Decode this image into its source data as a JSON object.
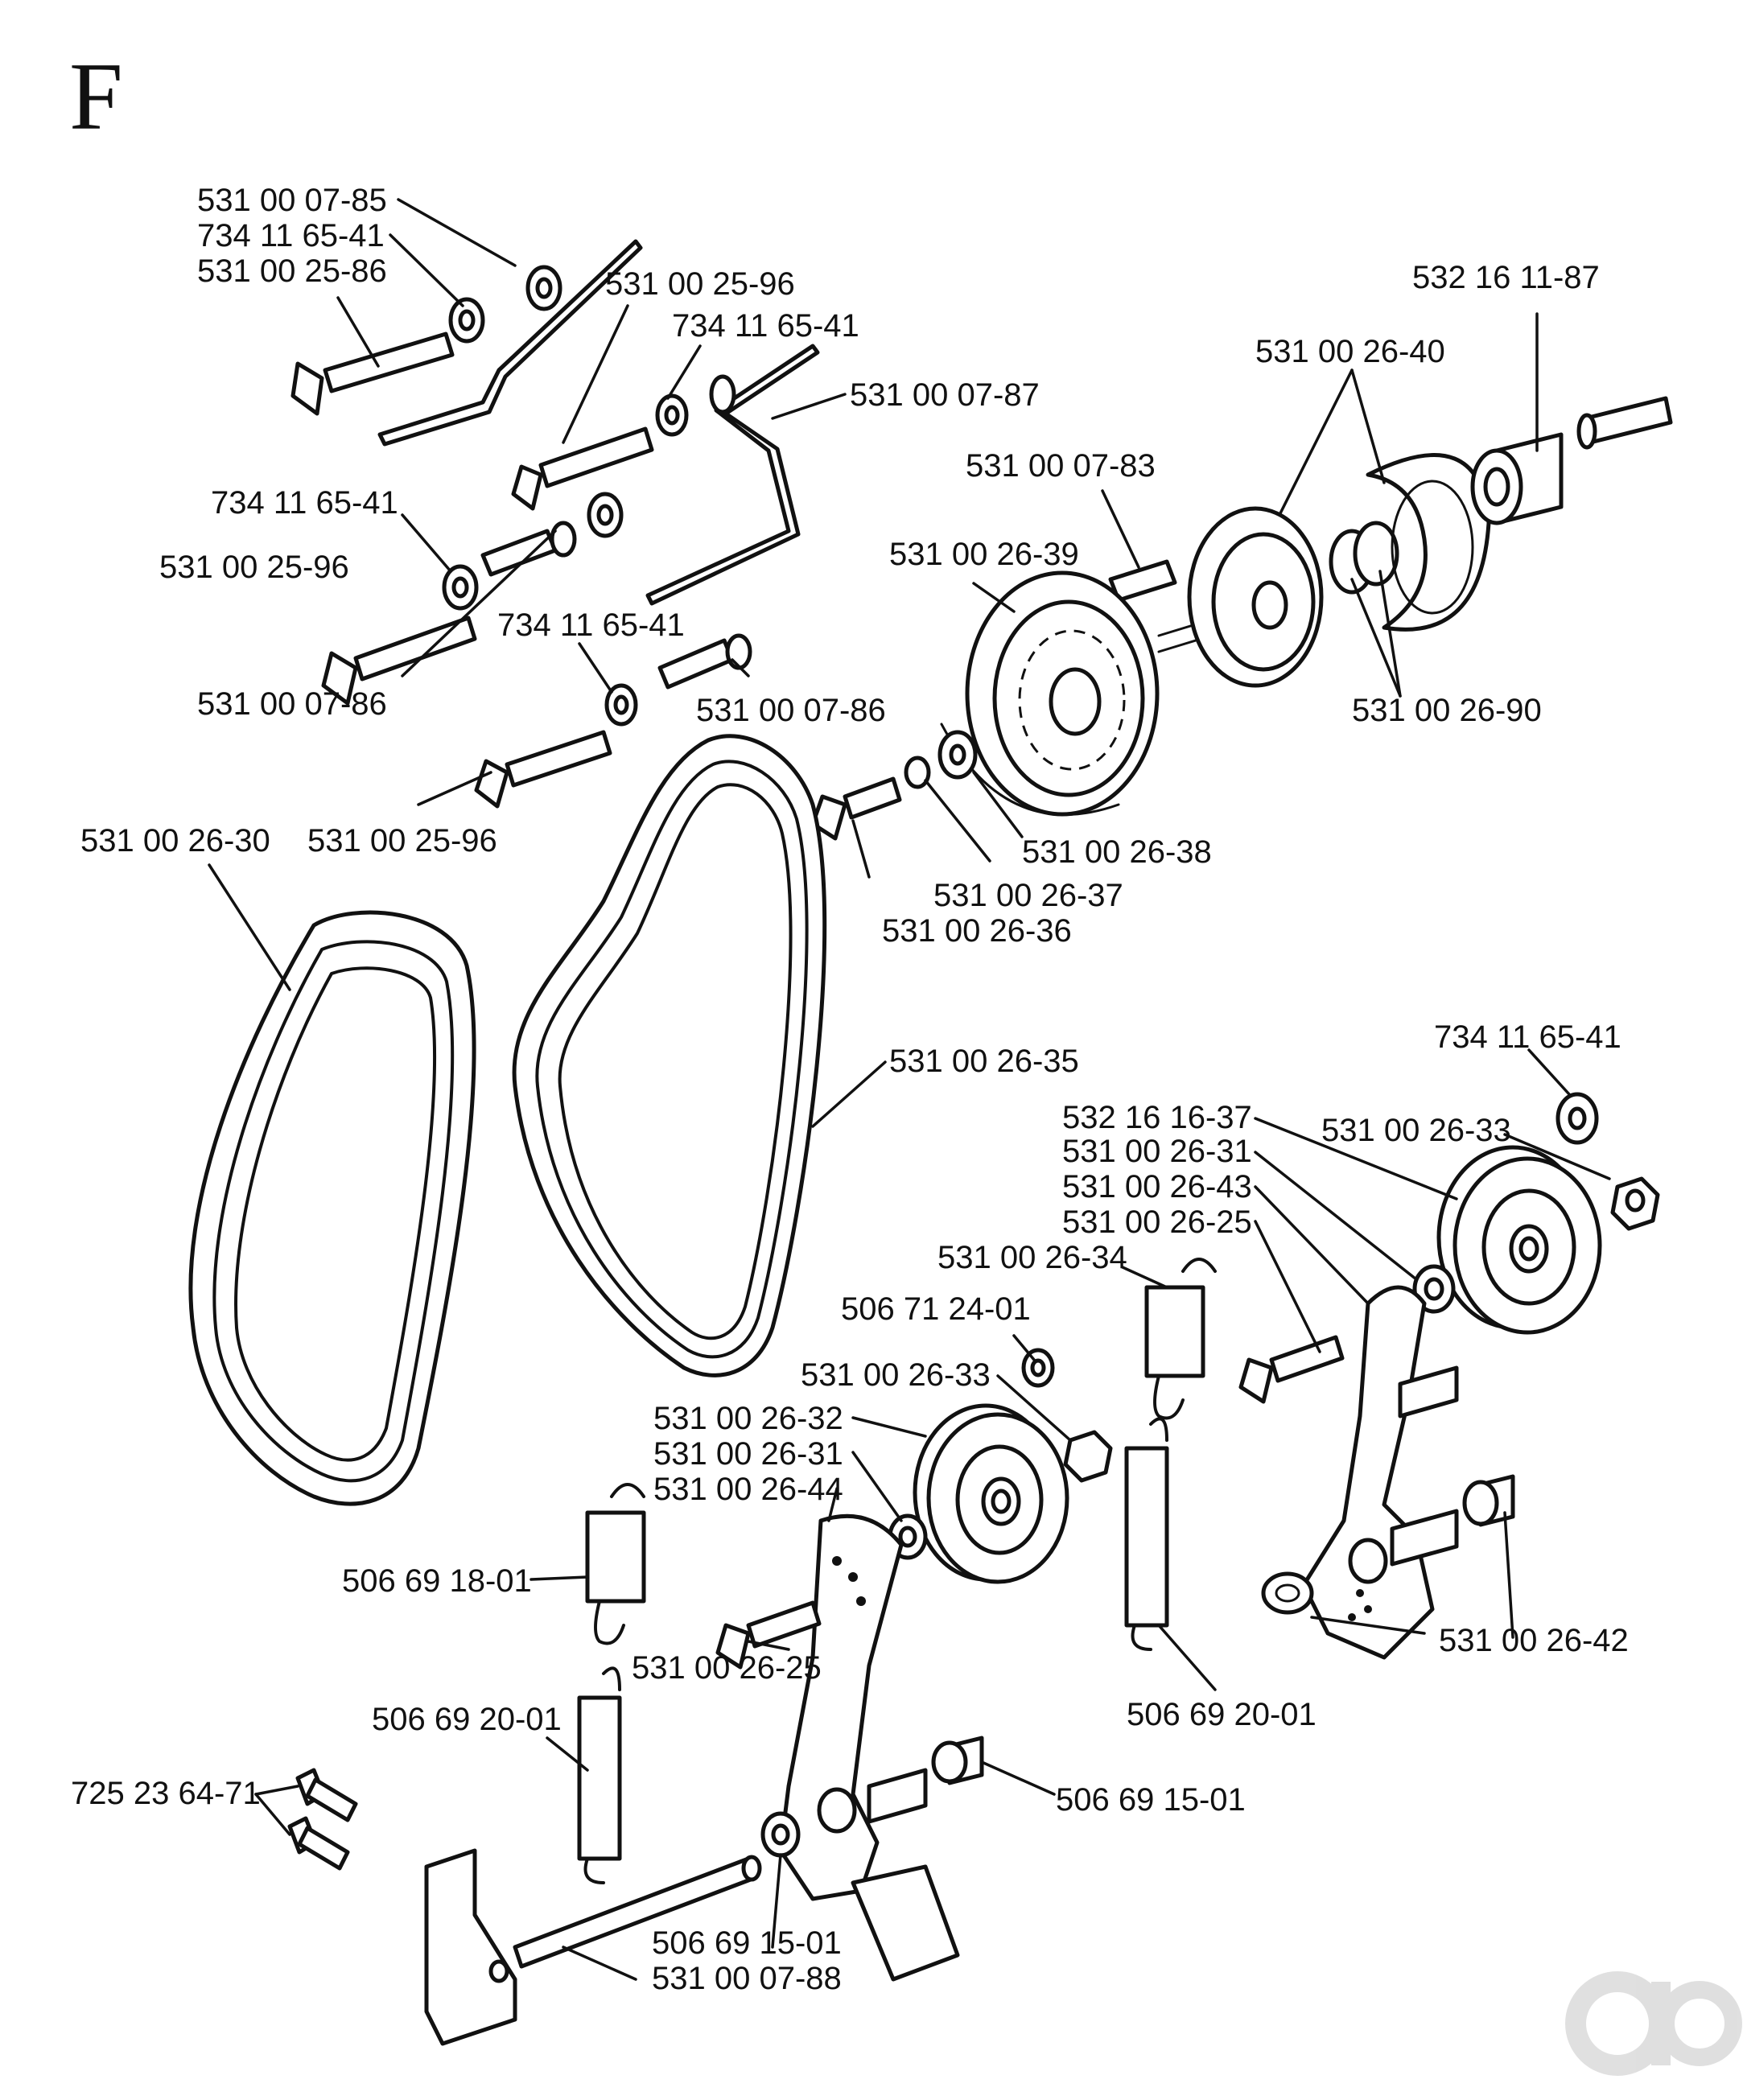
{
  "section_letter": "F",
  "labels": [
    "531 00 07-85",
    "734 11 65-41",
    "531 00 25-86",
    "531 00 25-96",
    "734 11 65-41",
    "531 00 07-87",
    "532 16 11-87",
    "531 00 26-40",
    "531 00 07-83",
    "734 11 65-41",
    "531 00 25-96",
    "531 00 26-39",
    "734 11 65-41",
    "531 00 07-86",
    "531 00 07-86",
    "531 00 26-90",
    "531 00 26-30",
    "531 00 25-96",
    "531 00 26-38",
    "531 00 26-37",
    "531 00 26-36",
    "531 00 26-35",
    "734 11 65-41",
    "532 16 16-37",
    "531 00 26-33",
    "531 00 26-31",
    "531 00 26-43",
    "531 00 26-25",
    "531 00 26-34",
    "506 71 24-01",
    "531 00 26-33",
    "531 00 26-32",
    "531 00 26-31",
    "531 00 26-44",
    "506 69 18-01",
    "531 00 26-25",
    "531 00 26-42",
    "506 69 20-01",
    "506 69 20-01",
    "725 23 64-71",
    "506 69 15-01",
    "506 69 15-01",
    "531 00 07-88"
  ],
  "watermark": "ao"
}
